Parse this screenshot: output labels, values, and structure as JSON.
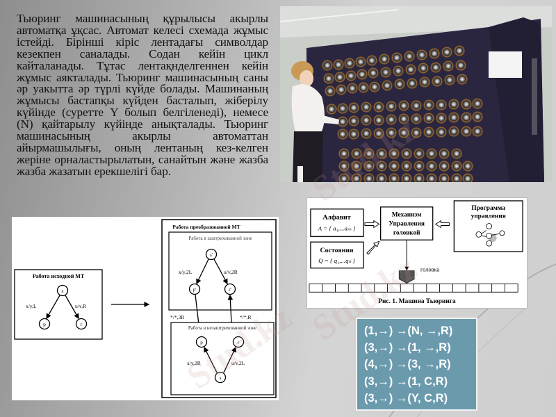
{
  "slide": {
    "paragraph": "Тьюринг машинасының құрылысы акырлы автоматқа ұқсас.  Автомат келесі схемада жұмыс істейді. Бірінші кіріс лентадағы символдар кезекпен саналады. Содан кейін цикл кайталанады. Тұтас лентақнделгеннен кейін жұмыс аякталады. Тьюринг машинасының саны әр уакытта әр түрлі күйде болады. Машинаның жұмысы бастапқы күйден басталып, жіберілу күйінде (суретте Y болып белгіленеді), немесе (N) қайтарылу күйінде анықталады. Тьюринг машинасының акырлы автоматтан айырмашылығы, оның лентаның кез-келген жеріне орналастырылатын, санайтын және жазба жазба жазатын ерекшелігі бар."
  },
  "photo": {
    "description": "bombe-machine-photo"
  },
  "tm_diagram": {
    "alphabet_title": "Алфавит",
    "alphabet_formula": "A = { a₁,...aₘ }",
    "states_title": "Состояния",
    "states_formula": "Q = { q₁,...qₙ }",
    "mechanism_line1": "Механизм",
    "mechanism_line2": "Управления",
    "mechanism_line3": "головкой",
    "program_line1": "Программа",
    "program_line2": "управления",
    "head_label": "головка",
    "caption": "Рис. 1. Машина Тьюринга",
    "tape_cells": 16
  },
  "conv_diagram": {
    "left_title": "Работа исходной МТ",
    "left_nodes": {
      "s": "s",
      "p": "p",
      "r": "r"
    },
    "left_edges": {
      "sp": "x/y,L",
      "sr": "u/v,R"
    },
    "right_title": "Работа преобразованной МТ",
    "zone_shaded_title": "Работа в заштрихованной зоне",
    "zone_unshaded_title": "Работа в незаштрихованной зоне",
    "shaded_nodes": {
      "s": "s'",
      "p": "p'",
      "r": "r'"
    },
    "shaded_edges": {
      "sp": "x/y,2L",
      "sr": "u/v,2R"
    },
    "cross_edges": {
      "left": "*/*,3R",
      "right": "*/*,R"
    },
    "unshaded_nodes": {
      "s": "s",
      "p": "p",
      "r": "r"
    },
    "unshaded_edges": {
      "sp": "x/y,2R",
      "sr": "u/v,2L"
    }
  },
  "rules": [
    "(1,→) →(N, →,R)",
    "(3,→) →(1, →,R)",
    "(4,→) →(3, →,R)",
    "(3,→) →(1, C,R)",
    "(3,→) →(Y, C,R)"
  ],
  "watermark": "Stud.kz",
  "colors": {
    "rules_bg": "#6b9aad",
    "machine_body": "#2a2540"
  }
}
